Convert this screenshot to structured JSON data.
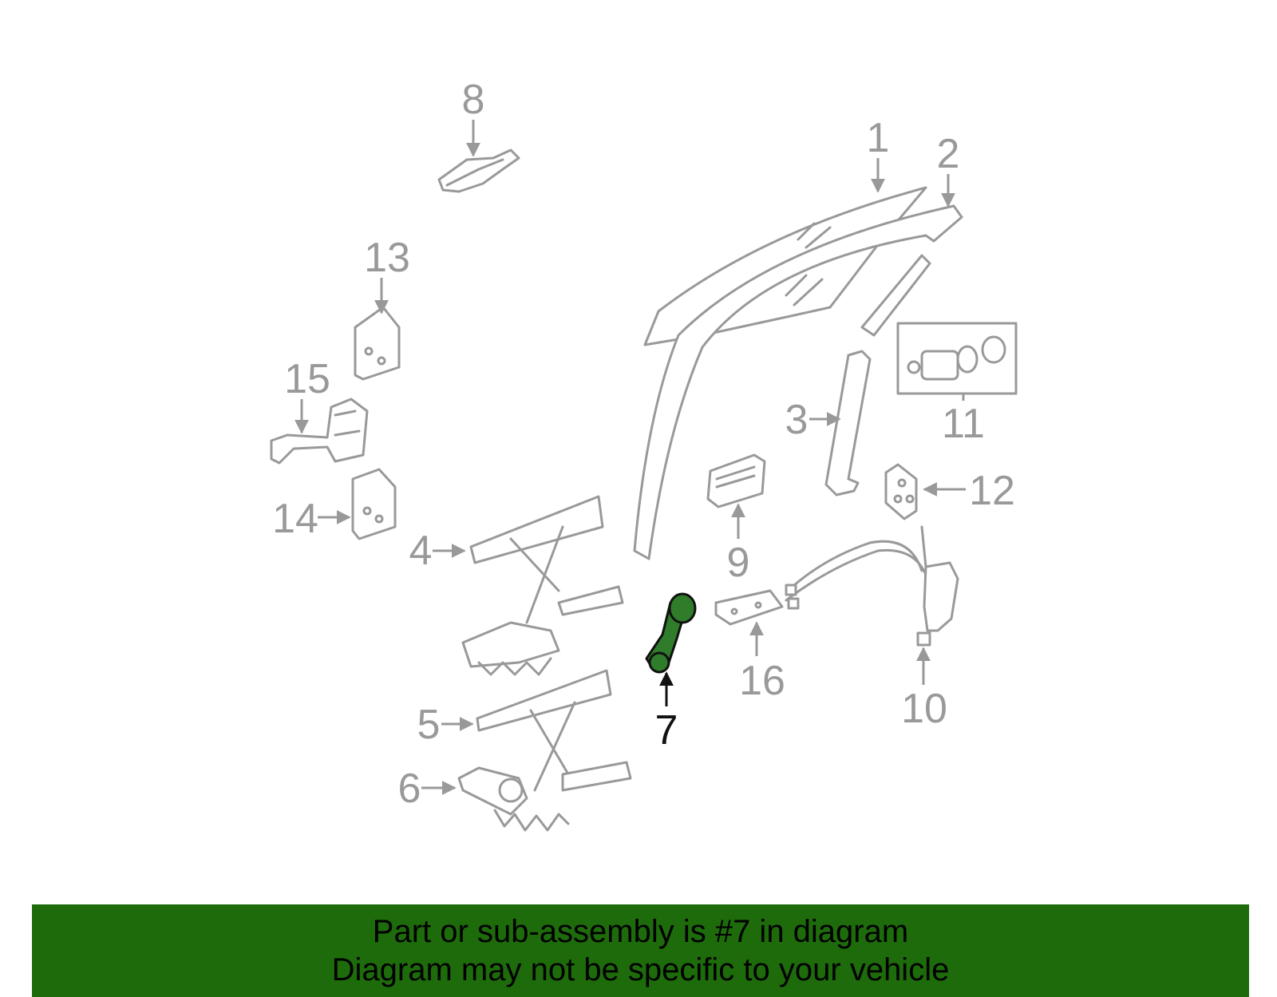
{
  "highlight_color": "#2f7d2a",
  "banner_color": "#1e6b0b",
  "callouts": [
    "1",
    "2",
    "3",
    "4",
    "5",
    "6",
    "7",
    "8",
    "9",
    "10",
    "11",
    "12",
    "13",
    "14",
    "15",
    "16"
  ],
  "highlighted_callout": "7",
  "banner": {
    "line1": "Part or sub-assembly is #7 in diagram",
    "line2": "Diagram may not be specific to your vehicle"
  }
}
